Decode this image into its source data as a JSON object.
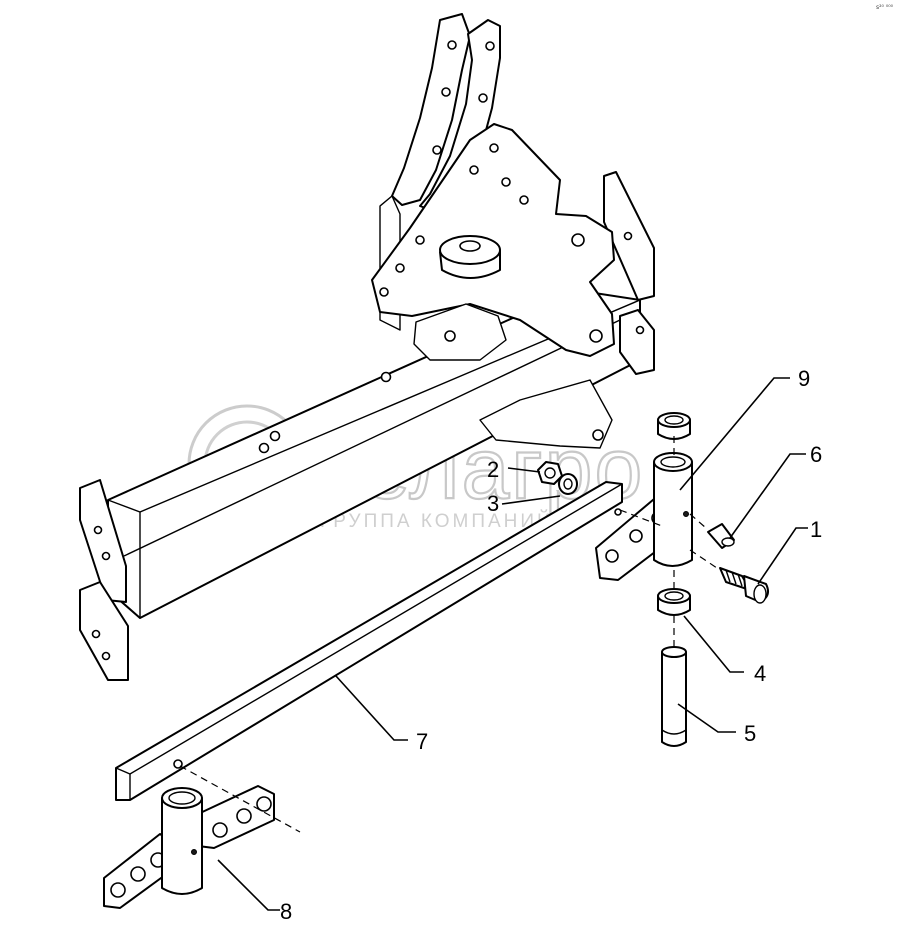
{
  "watermark": {
    "brand": "белагро",
    "subtitle": "ГРУППА КОМПАНИЙ",
    "color": "#c8c8c8"
  },
  "corner_mark": "s²⁰ ⁰⁰⁰",
  "callouts": [
    {
      "id": "1",
      "label": "1"
    },
    {
      "id": "2",
      "label": "2"
    },
    {
      "id": "3",
      "label": "3"
    },
    {
      "id": "4",
      "label": "4"
    },
    {
      "id": "5",
      "label": "5"
    },
    {
      "id": "6",
      "label": "6"
    },
    {
      "id": "7",
      "label": "7"
    },
    {
      "id": "8",
      "label": "8"
    },
    {
      "id": "9",
      "label": "9"
    }
  ]
}
